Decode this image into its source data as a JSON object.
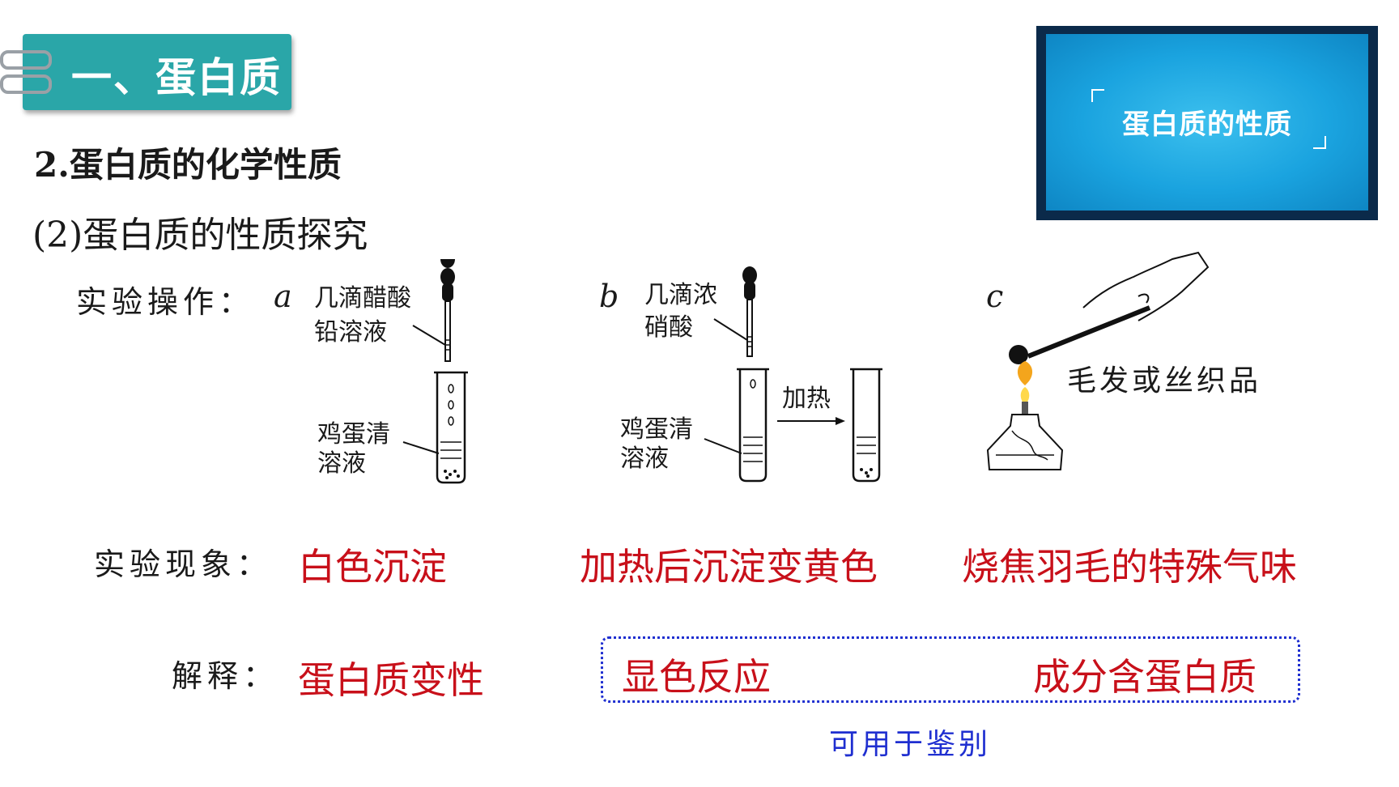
{
  "section_tab": {
    "label": "一、蛋白质"
  },
  "video": {
    "title": "蛋白质的性质"
  },
  "heading": "2.蛋白质的化学性质",
  "subheading": "(2)蛋白质的性质探究",
  "labels": {
    "operation": "实验操作：",
    "phenomenon": "实验现象：",
    "explanation": "解释："
  },
  "experiments": [
    {
      "letter": "a",
      "reagent_line1": "几滴醋酸",
      "reagent_line2": "铅溶液",
      "sample_line1": "鸡蛋清",
      "sample_line2": "溶液",
      "phenomenon": "白色沉淀",
      "explanation": "蛋白质变性"
    },
    {
      "letter": "b",
      "reagent_line1": "几滴浓",
      "reagent_line2": "硝酸",
      "sample_line1": "鸡蛋清",
      "sample_line2": "溶液",
      "arrow_label": "加热",
      "phenomenon": "加热后沉淀变黄色",
      "explanation": "显色反应"
    },
    {
      "letter": "c",
      "material": "毛发或丝织品",
      "phenomenon": "烧焦羽毛的特殊气味",
      "explanation": "成分含蛋白质"
    }
  ],
  "note": "可用于鉴别",
  "colors": {
    "teal": "#2aa6a8",
    "red": "#c8101a",
    "blue": "#1f2fd0",
    "video_blue": "#1aa3df"
  }
}
